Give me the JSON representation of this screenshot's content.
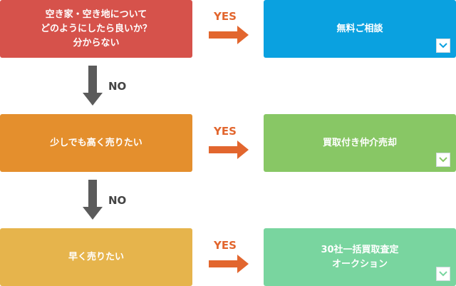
{
  "questions": [
    {
      "text": "空き家・空き地について\nどのようにしたら良いか？\n分からない"
    },
    {
      "text": "少しでも高く売りたい"
    },
    {
      "text": "早く売りたい"
    }
  ],
  "answers": [
    {
      "text": "無料ご相談"
    },
    {
      "text": "買取付き仲介売却"
    },
    {
      "text": "30社一括買取査定\nオークション"
    }
  ],
  "labels": {
    "yes": "YES",
    "no": "NO"
  },
  "icons": {
    "answer_toggle": "chevron-down-icon",
    "flow_arrow": "arrow-icon"
  },
  "colors": {
    "q1": "#d6524b",
    "q2": "#e48f2d",
    "q3": "#e6b44c",
    "a1": "#0aa1e0",
    "a2": "#88c765",
    "a3": "#79d59f",
    "yes_arrow": "#e2662e",
    "no_arrow": "#5b5b5b"
  }
}
